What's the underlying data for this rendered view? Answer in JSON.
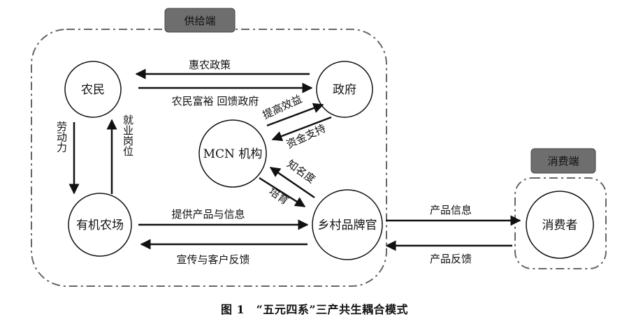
{
  "supply": {
    "label": "供给端"
  },
  "consumer": {
    "label": "消费端"
  },
  "nodes": {
    "farmer": "农民",
    "government": "政府",
    "mcn": "MCN 机构",
    "farm": "有机农场",
    "official": "乡村品牌官",
    "consumer": "消费者"
  },
  "edges": {
    "policy": "惠农政策",
    "prosperity": "农民富裕 回馈政府",
    "benefit": "提高效益",
    "funding": "资金支持",
    "fame": "知名度",
    "cultivate": "培育",
    "labor": "劳动力",
    "jobs": "就业岗位",
    "provide": "提供产品与信息",
    "promo": "宣传与客户反馈",
    "product_info": "产品信息",
    "product_feedback": "产品反馈"
  },
  "caption": "图 1　“五元四系”三产共生耦合模式"
}
